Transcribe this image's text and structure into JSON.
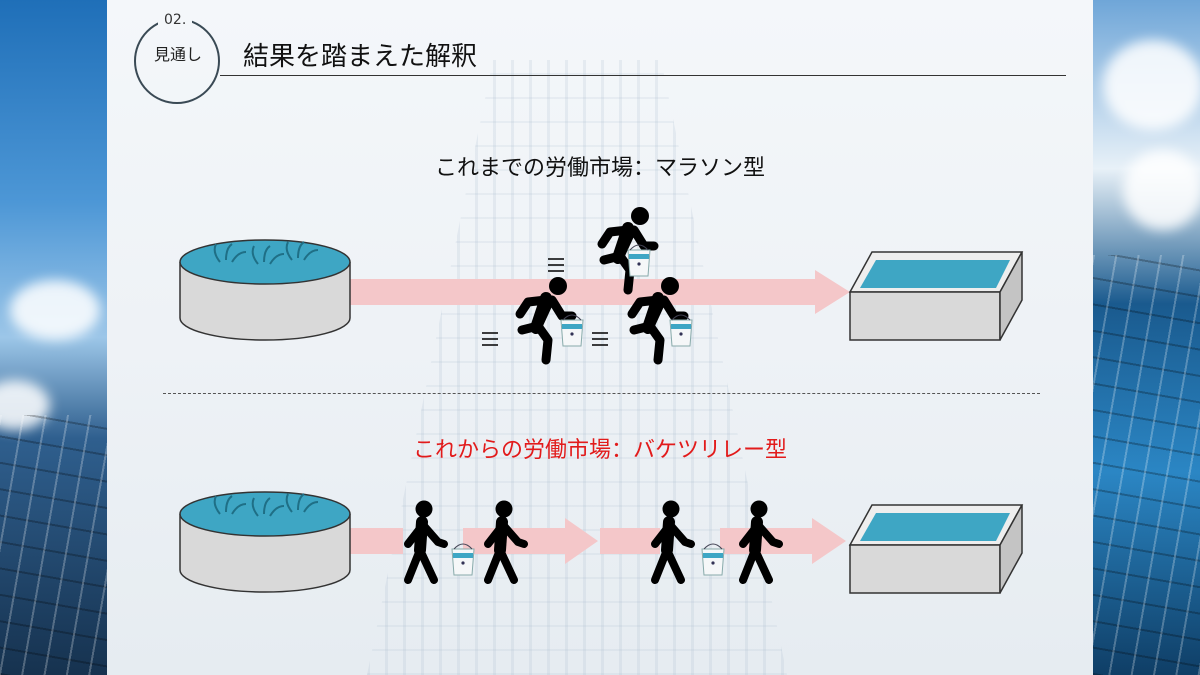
{
  "slide": {
    "section_number": "02.",
    "section_label": "見通し",
    "title": "結果を踏まえた解釈"
  },
  "past": {
    "heading": "これまでの労働市場：マラソン型",
    "heading_color": "#111111"
  },
  "future": {
    "heading": "これからの労働市場：バケツリレー型",
    "heading_color": "#e21b1b"
  },
  "colors": {
    "arrow": "#f4c7c9",
    "water": "#3ea6c4",
    "tank": "#d9d9d9"
  }
}
